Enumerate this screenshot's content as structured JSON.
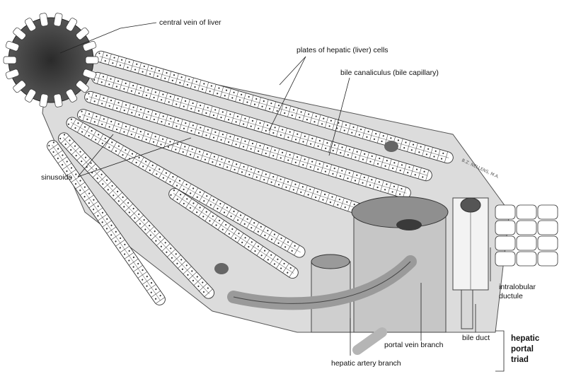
{
  "labels": {
    "central_vein": "central vein of liver",
    "plates": "plates of hepatic (liver) cells",
    "canaliculus": "bile canaliculus (bile capillary)",
    "sinusoids": "sinusoids",
    "intralobular_1": "intralobular",
    "intralobular_2": "ductule",
    "bile_duct": "bile duct",
    "portal_vein": "portal vein branch",
    "hepatic_artery": "hepatic artery branch",
    "triad_1": "hepatic",
    "triad_2": "portal",
    "triad_3": "triad"
  },
  "signature": "B.Z. NELLENS, M.A.",
  "colors": {
    "ink": "#333333",
    "sinusoid_fill": "#d9d9d9",
    "vessel_fill": "#bdbdbd",
    "vein_dark": "#3a3a3a"
  }
}
